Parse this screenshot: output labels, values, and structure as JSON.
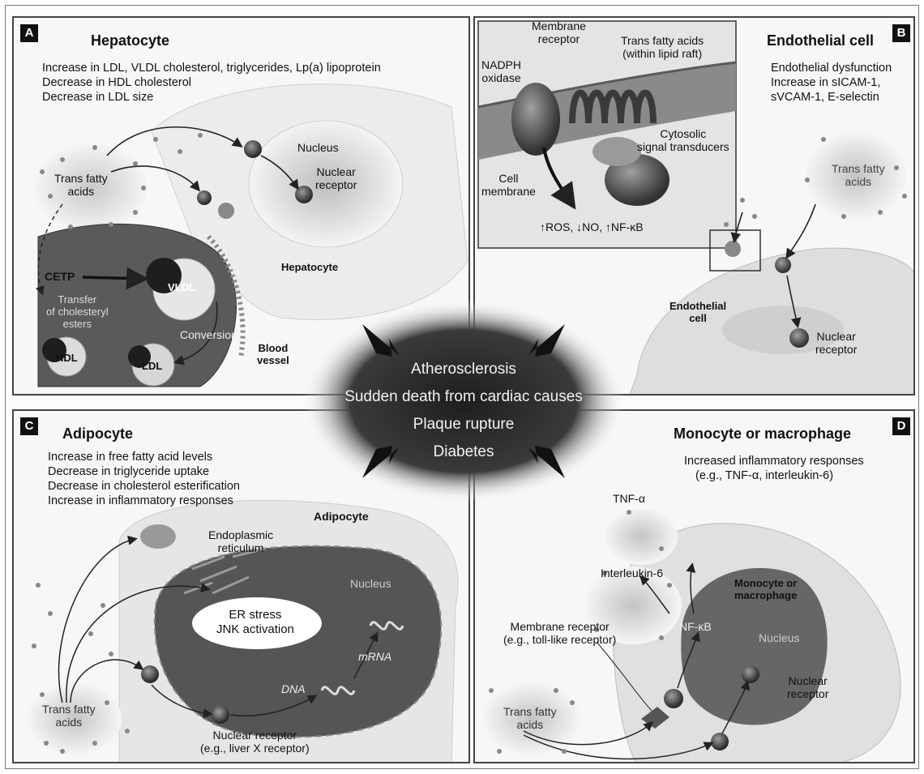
{
  "panel_a": {
    "badge": "A",
    "title": "Hepatocyte",
    "effects": [
      "Increase in LDL, VLDL cholesterol, triglycerides, Lp(a) lipoprotein",
      "Decrease in HDL cholesterol",
      "Decrease in LDL size"
    ],
    "labels": {
      "trans_fatty_acids": "Trans fatty\nacids",
      "nucleus": "Nucleus",
      "nuclear_receptor": "Nuclear\nreceptor",
      "cetp": "CETP",
      "vldl": "VLDL",
      "transfer": "Transfer\nof cholesteryl\nesters",
      "conversion": "Conversion",
      "hdl": "HDL",
      "ldl": "LDL",
      "blood_vessel": "Blood\nvessel",
      "hepatocyte": "Hepatocyte"
    }
  },
  "panel_b": {
    "badge": "B",
    "title": "Endothelial cell",
    "effects": [
      "Endothelial dysfunction",
      "Increase in sICAM-1,",
      "sVCAM-1, E-selectin"
    ],
    "labels": {
      "membrane_receptor": "Membrane\nreceptor",
      "trans_fatty_acids_raft": "Trans fatty acids\n(within lipid raft)",
      "nadph_oxidase": "NADPH\noxidase",
      "cytosolic": "Cytosolic\nsignal transducers",
      "cell_membrane": "Cell\nmembrane",
      "ros_line": "↑ROS, ↓NO, ↑NF-κB",
      "trans_fatty_acids": "Trans fatty\nacids",
      "endothelial_cell": "Endothelial\ncell",
      "nuclear_receptor": "Nuclear\nreceptor"
    }
  },
  "panel_c": {
    "badge": "C",
    "title": "Adipocyte",
    "effects": [
      "Increase in free fatty acid levels",
      "Decrease in triglyceride uptake",
      "Decrease in cholesterol esterification",
      "Increase in inflammatory responses"
    ],
    "labels": {
      "adipocyte": "Adipocyte",
      "er": "Endoplasmic\nreticulum",
      "nucleus": "Nucleus",
      "er_stress": "ER stress\nJNK activation",
      "mrna": "mRNA",
      "dna": "DNA",
      "trans_fatty_acids": "Trans fatty\nacids",
      "nuclear_receptor": "Nuclear receptor\n(e.g., liver X receptor)"
    }
  },
  "panel_d": {
    "badge": "D",
    "title": "Monocyte or macrophage",
    "effects": [
      "Increased inflammatory responses",
      "(e.g., TNF-α, interleukin-6)"
    ],
    "labels": {
      "tnf": "TNF-α",
      "il6": "Interleukin-6",
      "monocyte": "Monocyte or\nmacrophage",
      "nfkb": "NF-κB",
      "membrane_receptor": "Membrane receptor\n(e.g., toll-like receptor)",
      "nucleus": "Nucleus",
      "nuclear_receptor": "Nuclear\nreceptor",
      "trans_fatty_acids": "Trans fatty\nacids"
    }
  },
  "center": {
    "outcomes": [
      "Atherosclerosis",
      "Sudden death from cardiac causes",
      "Plaque rupture",
      "Diabetes"
    ]
  }
}
